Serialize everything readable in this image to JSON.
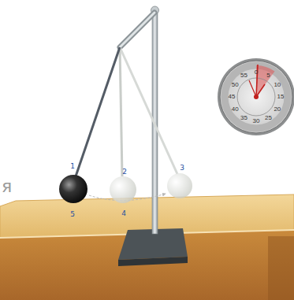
{
  "diagram": {
    "labels": [
      "1",
      "2",
      "3",
      "5",
      "4",
      "0",
      "5",
      "10",
      "15",
      "20",
      "25",
      "30",
      "35",
      "40",
      "45",
      "50",
      "55",
      "я"
    ]
  }
}
